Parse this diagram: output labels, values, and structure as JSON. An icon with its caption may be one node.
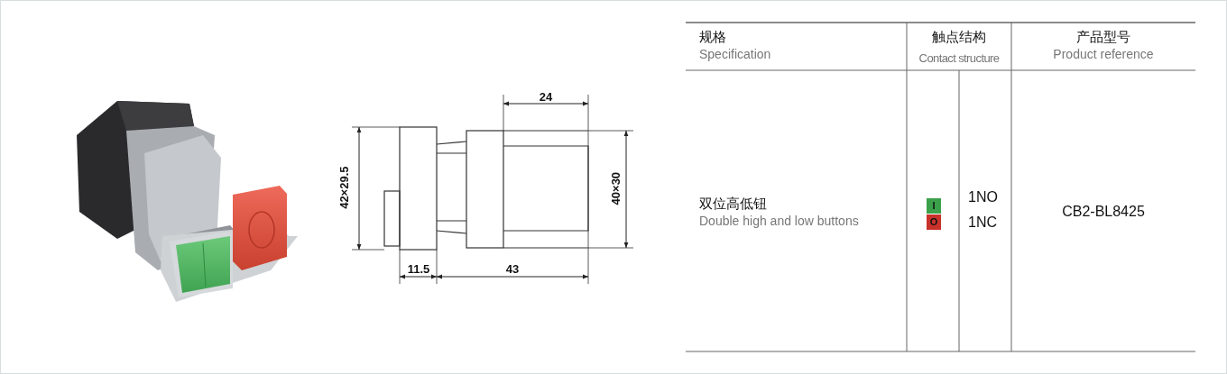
{
  "diagram": {
    "labels": [
      "24",
      "42×29.5",
      "40×30",
      "11.5",
      "43",
      "规格",
      "Specification",
      "触点结构",
      "Contact structure",
      "产品型号",
      "Product reference",
      "双位高低钮",
      "Double high and low buttons",
      "I",
      "O",
      "1NO",
      "1NC",
      "CB2-BL8425"
    ]
  }
}
